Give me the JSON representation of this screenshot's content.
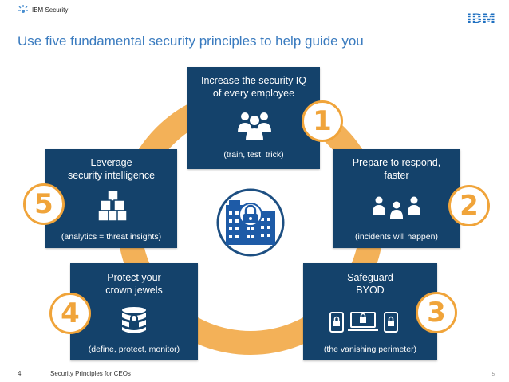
{
  "header": {
    "brand": "IBM Security",
    "logo_text": "IBM"
  },
  "title": "Use five fundamental security principles to help guide you",
  "colors": {
    "title_blue": "#3a7bbf",
    "box_navy": "#14426b",
    "accent_orange": "#f0a43a",
    "ring_orange": "#f3b158"
  },
  "principles": [
    {
      "number": "1",
      "heading": "Increase the security IQ of every employee",
      "line1": "Increase the security IQ",
      "line2": "of every employee",
      "detail": "(train, test, trick)",
      "icon": "people-group-icon"
    },
    {
      "number": "2",
      "heading": "Prepare to respond, faster",
      "line1": "Prepare to respond,",
      "line2": "faster",
      "detail": "(incidents will happen)",
      "icon": "responders-icon"
    },
    {
      "number": "3",
      "heading": "Safeguard BYOD",
      "line1": "Safeguard",
      "line2": "BYOD",
      "detail": "(the vanishing perimeter)",
      "icon": "devices-lock-icon"
    },
    {
      "number": "4",
      "heading": "Protect your crown jewels",
      "line1": "Protect your",
      "line2": "crown jewels",
      "detail": "(define, protect, monitor)",
      "icon": "database-lock-icon"
    },
    {
      "number": "5",
      "heading": "Leverage security intelligence",
      "line1": "Leverage",
      "line2": "security intelligence",
      "detail": "(analytics = threat insights)",
      "icon": "cubes-icon"
    }
  ],
  "center_icon": "building-lock-icon",
  "footer": {
    "page_number": "4",
    "text": "Security Principles for CEOs",
    "right_mark": "5"
  }
}
